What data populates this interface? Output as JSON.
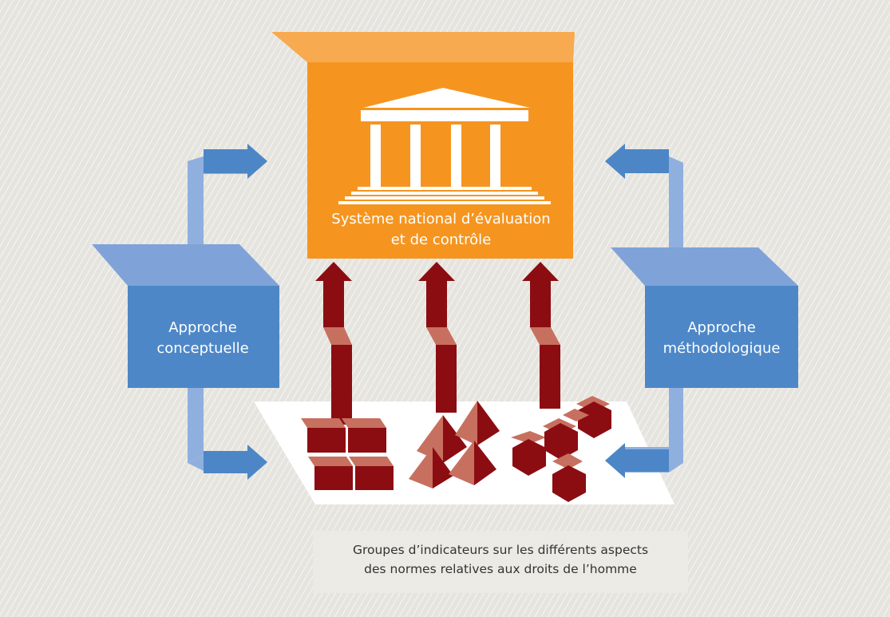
{
  "diagram": {
    "central_box": {
      "line1": "Système national d’évaluation",
      "line2": "et de contrôle",
      "icon": "institution-icon",
      "color": "#f5951f"
    },
    "left_box": {
      "line1": "Approche",
      "line2": "conceptuelle",
      "color": "#4d87c7"
    },
    "right_box": {
      "line1": "Approche",
      "line2": "méthodologique",
      "color": "#4d87c7"
    },
    "indicator_groups": [
      {
        "shape": "bricks"
      },
      {
        "shape": "pyramids"
      },
      {
        "shape": "hexagons"
      }
    ],
    "caption": {
      "line1": "Groupes d’indicateurs sur les différents aspects",
      "line2": "des normes relatives aux droits de l’homme"
    },
    "colors": {
      "indicator_dark": "#8b0d12",
      "indicator_light": "#c7705f",
      "connector_light": "#8fb0de",
      "connector_arrow": "#4c86c6"
    }
  }
}
